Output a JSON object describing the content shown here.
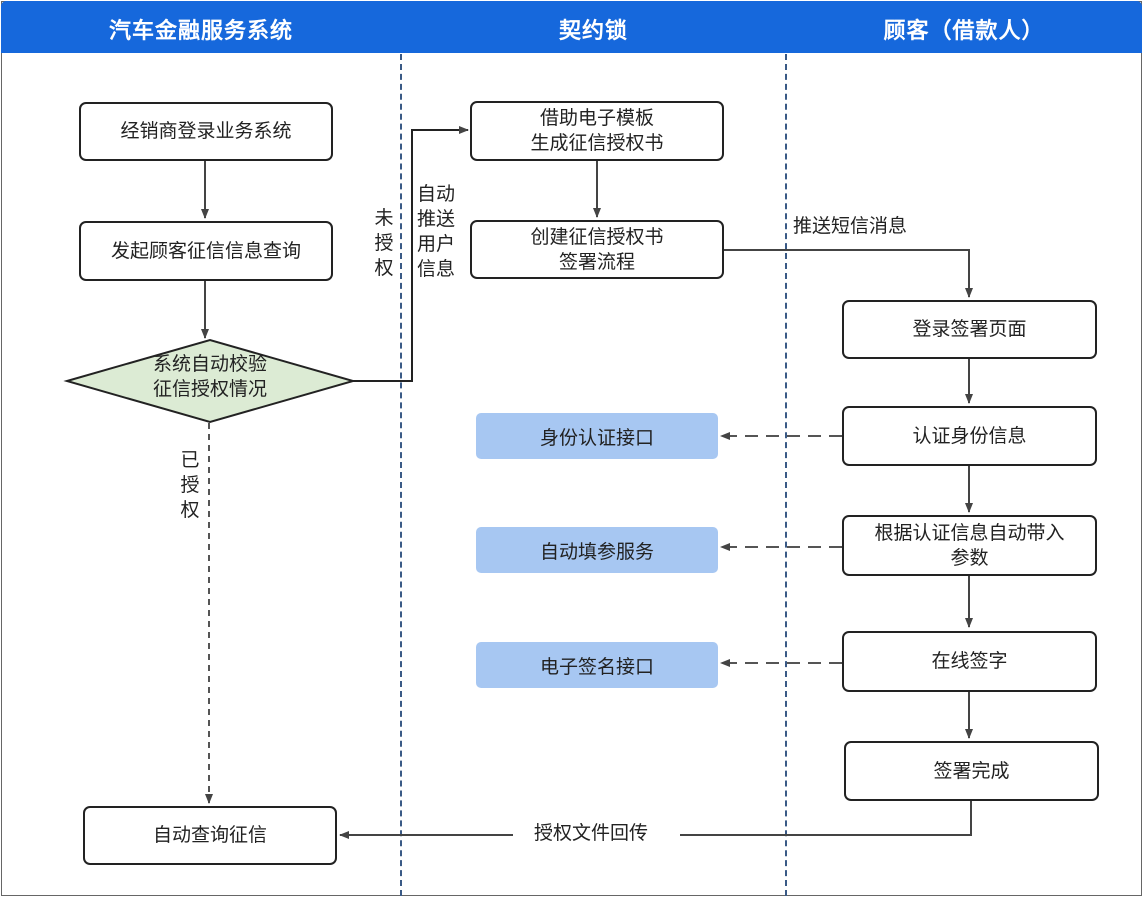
{
  "lanes": {
    "left": "汽车金融服务系统",
    "middle": "契约锁",
    "right": "顾客（借款人）"
  },
  "colors": {
    "header": "#1668dc",
    "decision_fill": "#dcebd4",
    "service_fill": "#a7c7f2"
  },
  "nodes": {
    "dealer_login": "经销商登录业务系统",
    "start_query": "发起顾客征信信息查询",
    "decision_line1": "系统自动校验",
    "decision_line2": "征信授权情况",
    "auto_query": "自动查询征信",
    "template_line1": "借助电子模板",
    "template_line2": "生成征信授权书",
    "create_flow_line1": "创建征信授权书",
    "create_flow_line2": "签署流程",
    "identity_api": "身份认证接口",
    "autofill_service": "自动填参服务",
    "esign_api": "电子签名接口",
    "login_sign_page": "登录签署页面",
    "verify_identity": "认证身份信息",
    "autofill_line1": "根据认证信息自动带入",
    "autofill_line2": "参数",
    "online_sign": "在线签字",
    "sign_done": "签署完成"
  },
  "edge_labels": {
    "not_authorized": "未授权",
    "auto_push": "自动推送用户信息",
    "authorized": "已授权",
    "push_sms": "推送短信消息",
    "return_file": "授权文件回传"
  }
}
